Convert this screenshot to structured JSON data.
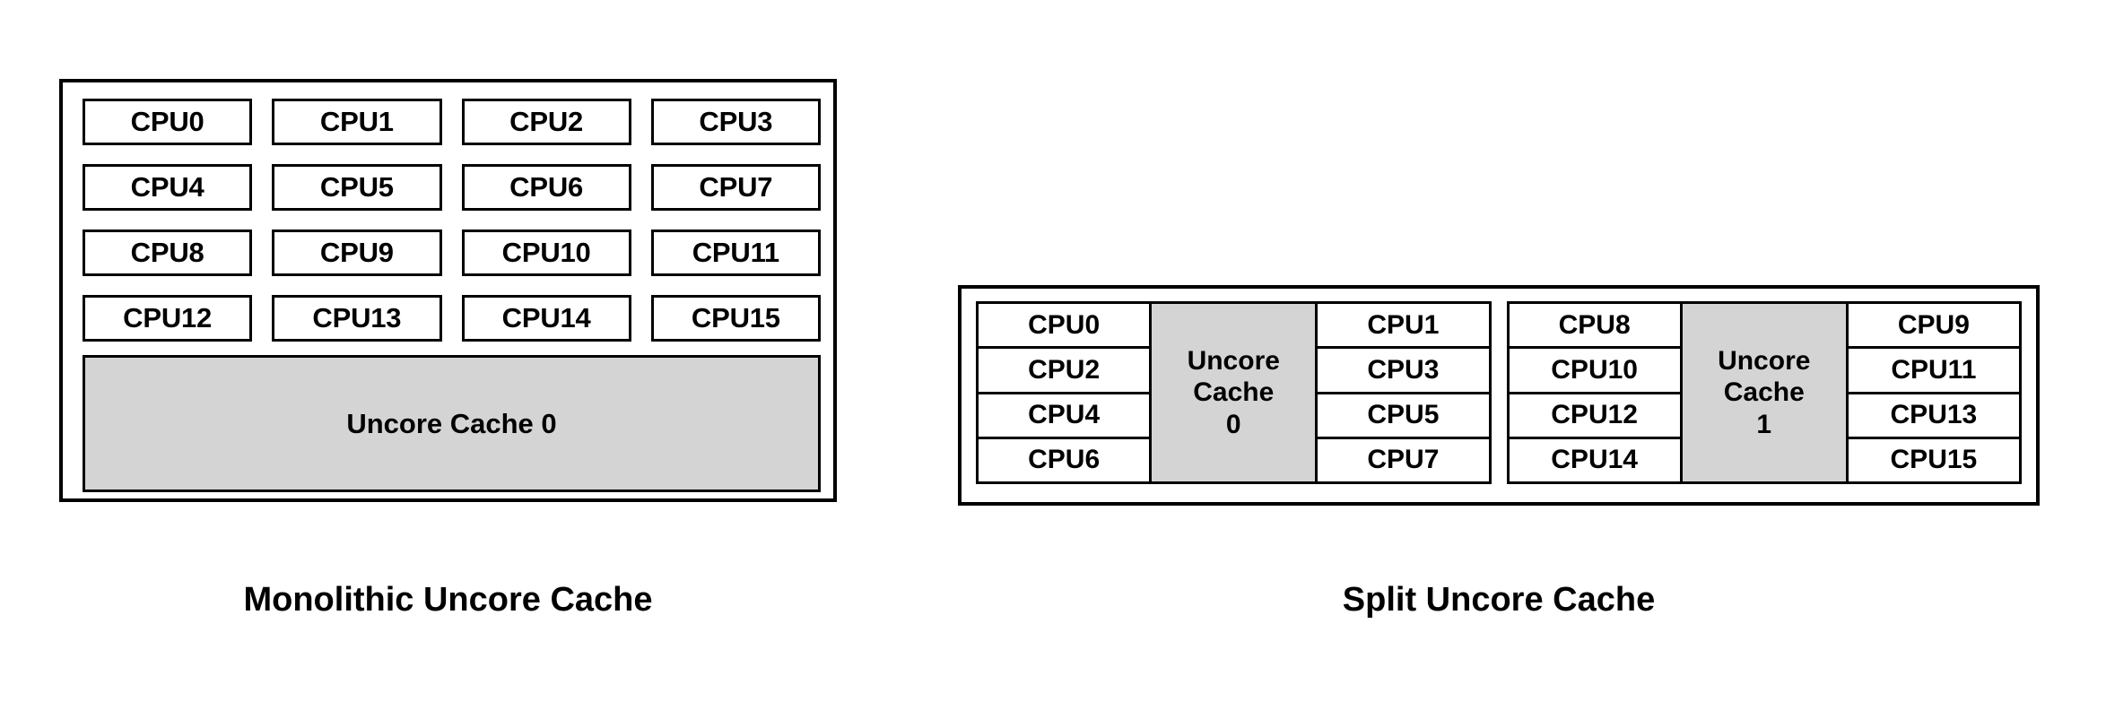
{
  "diagram": {
    "title_implied": "Uncore cache topology comparison",
    "fill_gray": "#d4d4d4",
    "stroke": "#000000",
    "background": "#ffffff"
  },
  "monolithic": {
    "caption": "Monolithic Uncore Cache",
    "cpus": [
      "CPU0",
      "CPU1",
      "CPU2",
      "CPU3",
      "CPU4",
      "CPU5",
      "CPU6",
      "CPU7",
      "CPU8",
      "CPU9",
      "CPU10",
      "CPU11",
      "CPU12",
      "CPU13",
      "CPU14",
      "CPU15"
    ],
    "cache_label": "Uncore Cache 0",
    "grid_columns": 4,
    "grid_rows": 4
  },
  "split": {
    "caption": "Split Uncore Cache",
    "clusters": [
      {
        "left_cpus": [
          "CPU0",
          "CPU2",
          "CPU4",
          "CPU6"
        ],
        "cache_line1": "Uncore",
        "cache_line2": "Cache",
        "cache_line3": "0",
        "right_cpus": [
          "CPU1",
          "CPU3",
          "CPU5",
          "CPU7"
        ]
      },
      {
        "left_cpus": [
          "CPU8",
          "CPU10",
          "CPU12",
          "CPU14"
        ],
        "cache_line1": "Uncore",
        "cache_line2": "Cache",
        "cache_line3": "1",
        "right_cpus": [
          "CPU9",
          "CPU11",
          "CPU13",
          "CPU15"
        ]
      }
    ]
  }
}
